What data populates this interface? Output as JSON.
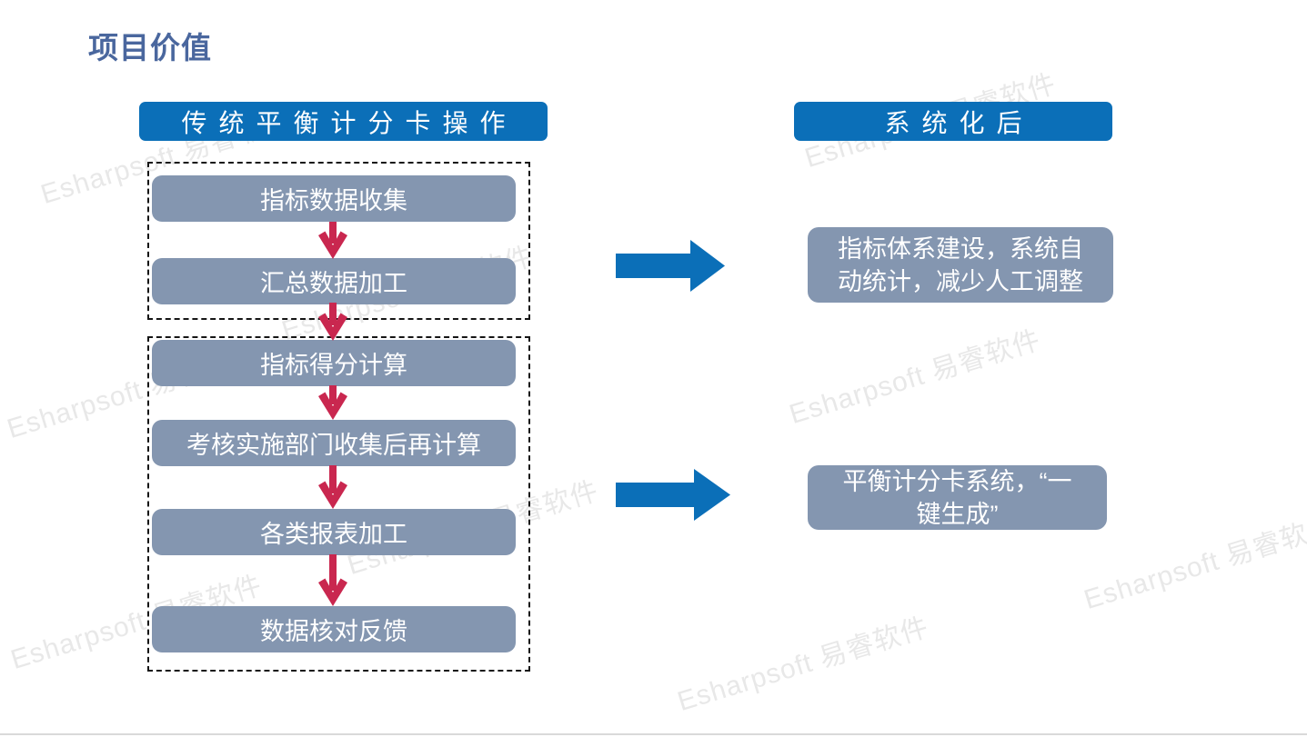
{
  "page": {
    "title": "项目价值"
  },
  "left_column": {
    "header": "传统平衡计分卡操作",
    "groups": [
      {
        "steps": [
          "指标数据收集",
          "汇总数据加工"
        ]
      },
      {
        "steps": [
          "指标得分计算",
          "考核实施部门收集后再计算",
          "各类报表加工",
          "数据核对反馈"
        ]
      }
    ]
  },
  "right_column": {
    "header": "系统化后",
    "results": [
      {
        "lines": [
          "指标体系建设，系统自",
          "动统计，减少人工调整"
        ]
      },
      {
        "lines": [
          "平衡计分卡系统，“一",
          "键生成”"
        ]
      }
    ]
  },
  "watermark": {
    "text": "Esharpsoft 易睿软件"
  },
  "colors": {
    "title_text": "#4a679e",
    "header_blue": "#0b6fb8",
    "box_gray": "#8496b0",
    "arrow_red": "#c9274f",
    "arrow_blue": "#0b6fb8",
    "watermark_gray": "#e8e8e8",
    "dashed_border": "#151515"
  }
}
